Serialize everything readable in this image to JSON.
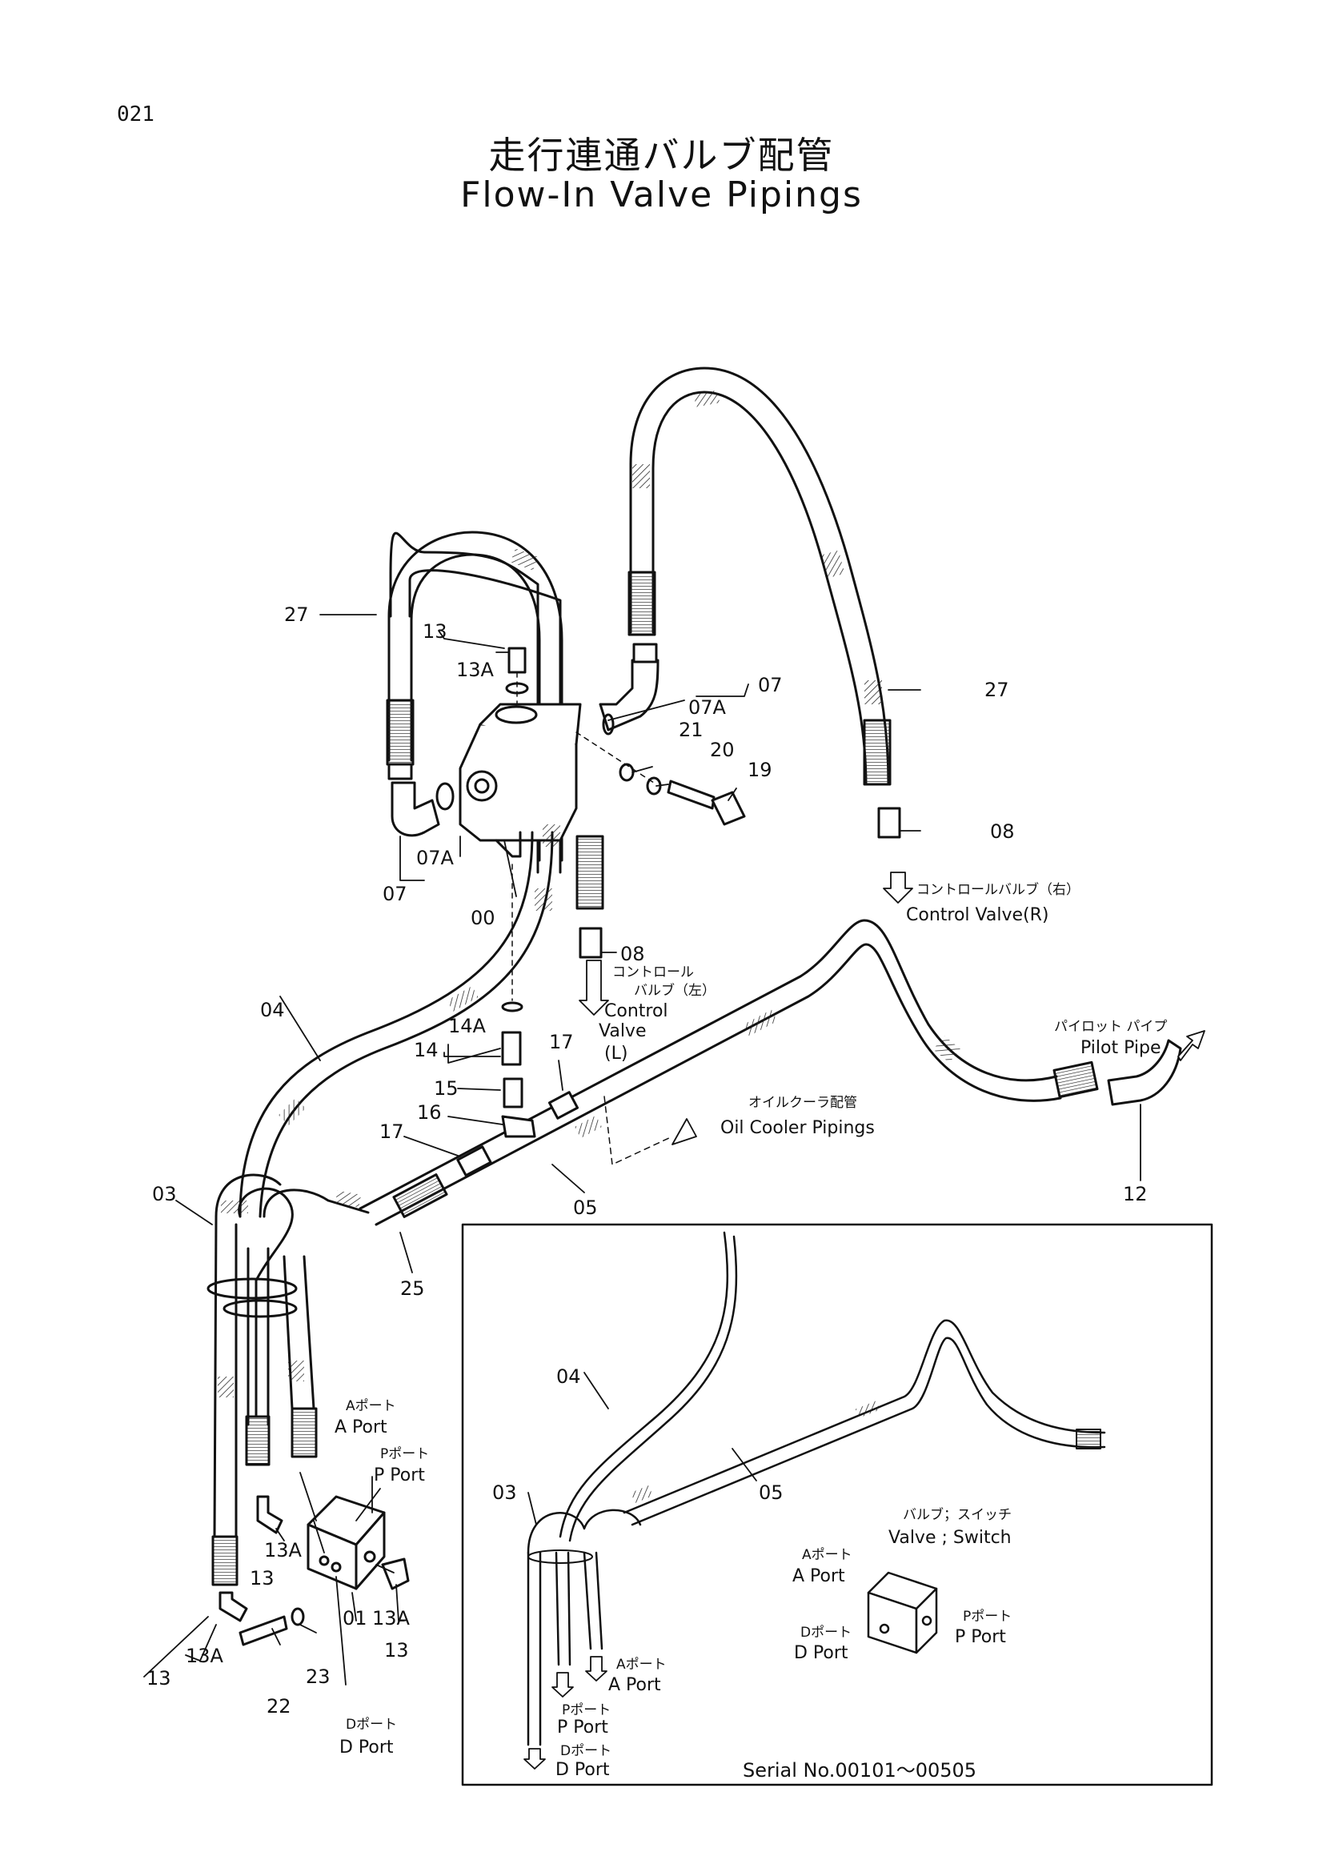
{
  "header": {
    "page_number": "021",
    "title_jp": "走行連通バルブ配管",
    "title_en": "Flow-In Valve Pipings"
  },
  "main_view": {
    "part_labels": {
      "p27_left": "27",
      "p13_top": "13",
      "p13a_top": "13A",
      "p07_right": "07",
      "p07a_right": "07A",
      "p27_right": "27",
      "p21": "21",
      "p20": "20",
      "p19": "19",
      "p08_right": "08",
      "p07a_left": "07A",
      "p07_left": "07",
      "p00": "00",
      "p08_mid": "08",
      "p04": "04",
      "p14a": "14A",
      "p14": "14",
      "p17_top": "17",
      "p15": "15",
      "p16": "16",
      "p17_left": "17",
      "p03": "03",
      "p05": "05",
      "p25": "25",
      "p12": "12",
      "p13a_block_left": "13A",
      "p13_block_left": "13",
      "p13a_block_right": "13A",
      "p13_block_right": "13",
      "p01": "01",
      "p13a_bottom": "13A",
      "p13_bottom": "13",
      "p22": "22",
      "p23": "23"
    },
    "annotations": {
      "control_valve_r_jp": "コントロールバルブ（右）",
      "control_valve_r_en": "Control Valve(R)",
      "control_valve_l_jp1": "コントロール",
      "control_valve_l_jp2": "バルブ（左）",
      "control_valve_l_en1": "Control",
      "control_valve_l_en2": "Valve",
      "control_valve_l_en3": "(L)",
      "pilot_pipe_jp": "パイロット パイプ",
      "pilot_pipe_en": "Pilot Pipe",
      "oil_cooler_jp": "オイルクーラ配管",
      "oil_cooler_en": "Oil Cooler Pipings",
      "a_port_jp": "Aポート",
      "a_port_en": "A Port",
      "p_port_jp": "Pポート",
      "p_port_en": "P Port",
      "d_port_jp": "Dポート",
      "d_port_en": "D Port"
    }
  },
  "inset": {
    "labels": {
      "i04": "04",
      "i03": "03",
      "i05": "05"
    },
    "valve_switch_jp": "バルブ；スイッチ",
    "valve_switch_en": "Valve ; Switch",
    "a_port_jp": "Aポート",
    "a_port_en": "A Port",
    "p_port_jp": "Pポート",
    "p_port_en": "P Port",
    "d_port_jp": "Dポート",
    "d_port_en": "D Port",
    "bottom_a_port_jp": "Aポート",
    "bottom_a_port_en": "A Port",
    "bottom_p_port_jp": "Pポート",
    "bottom_p_port_en": "P Port",
    "bottom_d_port_jp": "Dポート",
    "bottom_d_port_en": "D Port",
    "serial": "Serial No.00101～00505"
  }
}
